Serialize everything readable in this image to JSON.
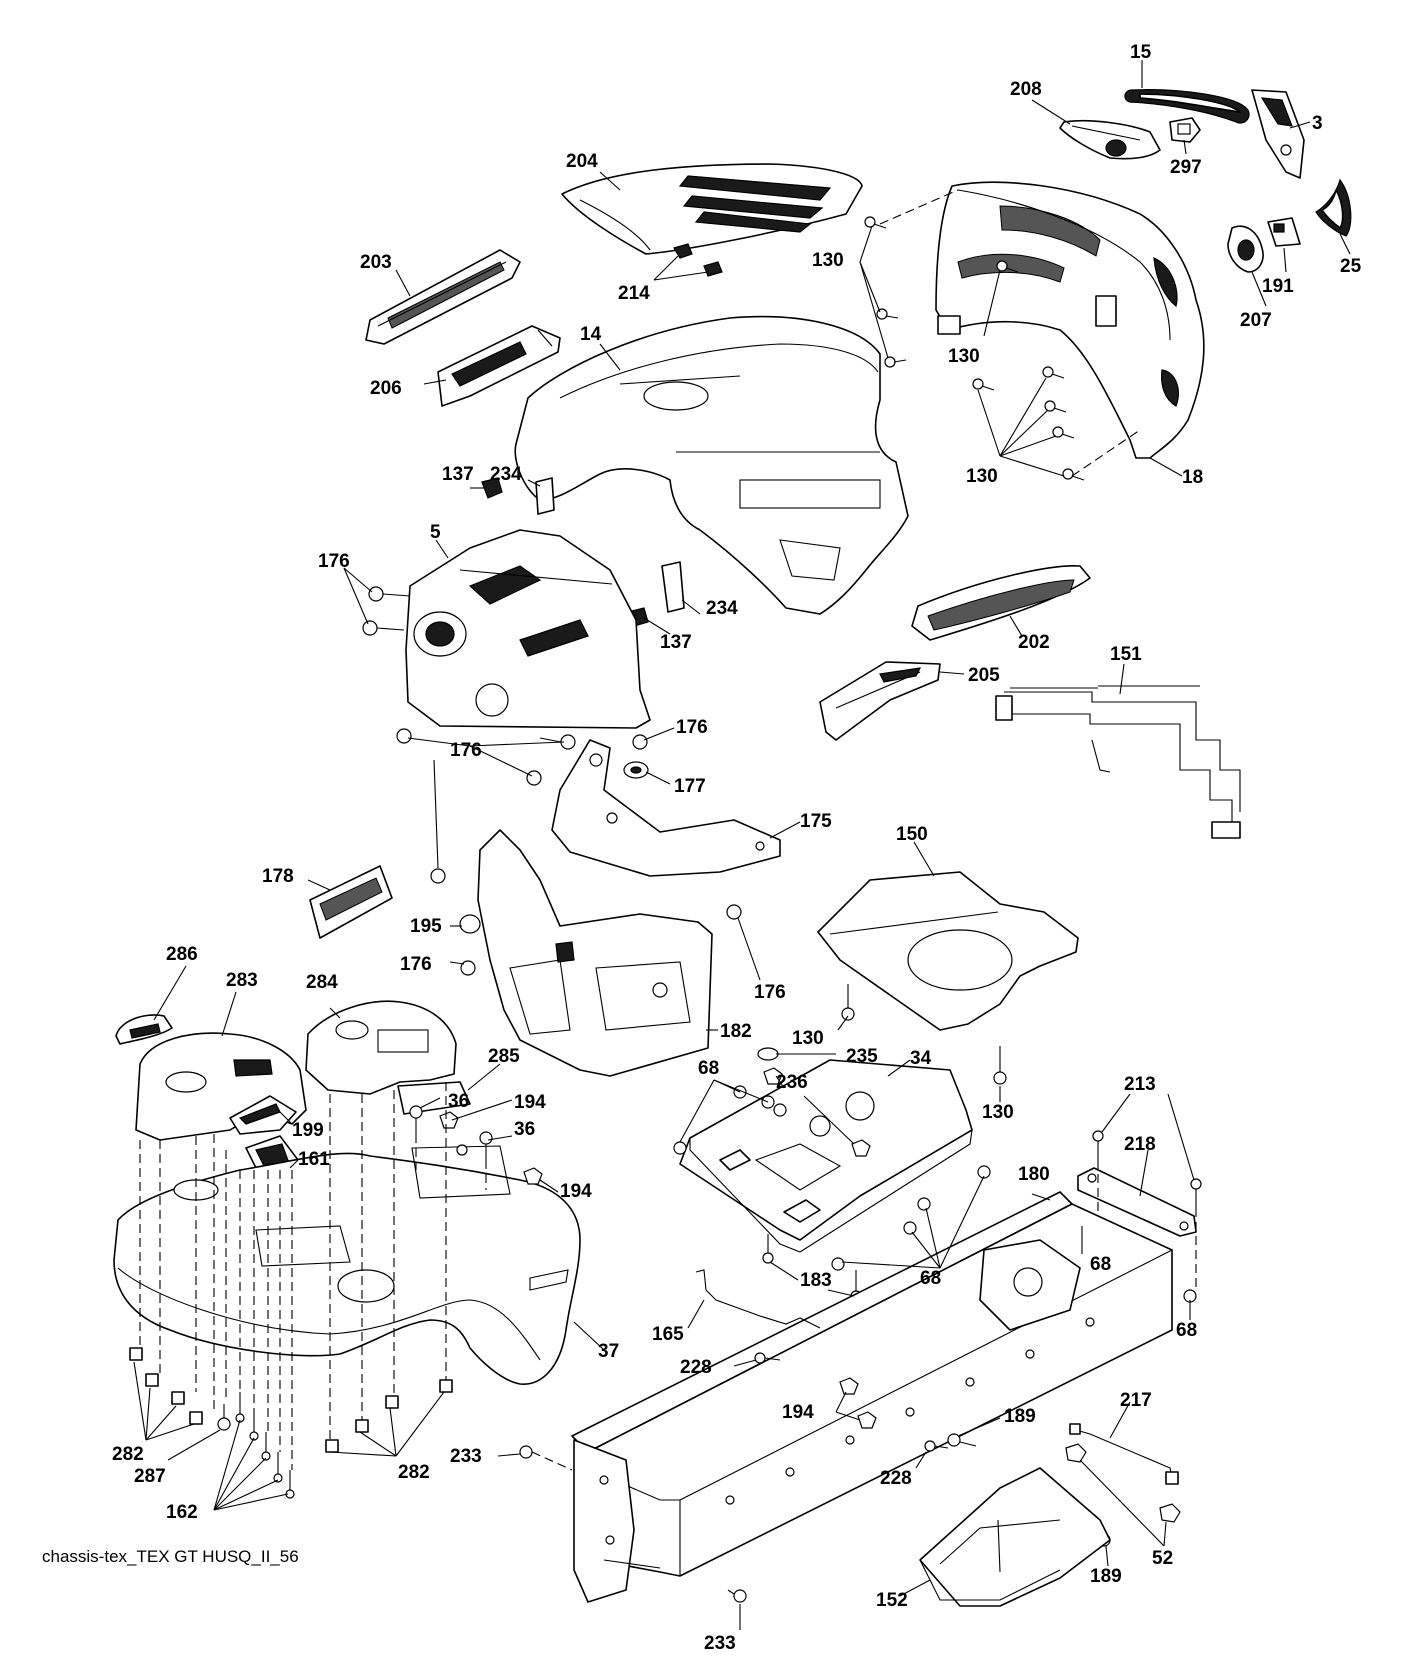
{
  "caption": "chassis-tex_TEX GT HUSQ_II_56",
  "labels": [
    {
      "id": "15",
      "text": "15"
    },
    {
      "id": "208",
      "text": "208"
    },
    {
      "id": "3",
      "text": "3"
    },
    {
      "id": "297",
      "text": "297"
    },
    {
      "id": "25",
      "text": "25"
    },
    {
      "id": "204",
      "text": "204"
    },
    {
      "id": "191",
      "text": "191"
    },
    {
      "id": "207",
      "text": "207"
    },
    {
      "id": "130a",
      "text": "130"
    },
    {
      "id": "203",
      "text": "203"
    },
    {
      "id": "214",
      "text": "214"
    },
    {
      "id": "14",
      "text": "14"
    },
    {
      "id": "130b",
      "text": "130"
    },
    {
      "id": "206",
      "text": "206"
    },
    {
      "id": "137a",
      "text": "137"
    },
    {
      "id": "234a",
      "text": "234"
    },
    {
      "id": "130c",
      "text": "130"
    },
    {
      "id": "18",
      "text": "18"
    },
    {
      "id": "5",
      "text": "5"
    },
    {
      "id": "176a",
      "text": "176"
    },
    {
      "id": "234b",
      "text": "234"
    },
    {
      "id": "137b",
      "text": "137"
    },
    {
      "id": "202",
      "text": "202"
    },
    {
      "id": "151",
      "text": "151"
    },
    {
      "id": "205",
      "text": "205"
    },
    {
      "id": "176b",
      "text": "176"
    },
    {
      "id": "176c",
      "text": "176"
    },
    {
      "id": "177",
      "text": "177"
    },
    {
      "id": "175",
      "text": "175"
    },
    {
      "id": "150",
      "text": "150"
    },
    {
      "id": "178",
      "text": "178"
    },
    {
      "id": "195",
      "text": "195"
    },
    {
      "id": "176d",
      "text": "176"
    },
    {
      "id": "176e",
      "text": "176"
    },
    {
      "id": "286",
      "text": "286"
    },
    {
      "id": "283",
      "text": "283"
    },
    {
      "id": "284",
      "text": "284"
    },
    {
      "id": "182",
      "text": "182"
    },
    {
      "id": "130d",
      "text": "130"
    },
    {
      "id": "285",
      "text": "285"
    },
    {
      "id": "68a",
      "text": "68"
    },
    {
      "id": "235",
      "text": "235"
    },
    {
      "id": "34",
      "text": "34"
    },
    {
      "id": "236",
      "text": "236"
    },
    {
      "id": "130e",
      "text": "130"
    },
    {
      "id": "194a",
      "text": "194"
    },
    {
      "id": "36a",
      "text": "36"
    },
    {
      "id": "36b",
      "text": "36"
    },
    {
      "id": "199",
      "text": "199"
    },
    {
      "id": "213",
      "text": "213"
    },
    {
      "id": "161",
      "text": "161"
    },
    {
      "id": "218",
      "text": "218"
    },
    {
      "id": "194b",
      "text": "194"
    },
    {
      "id": "180",
      "text": "180"
    },
    {
      "id": "68b",
      "text": "68"
    },
    {
      "id": "68c",
      "text": "68"
    },
    {
      "id": "183",
      "text": "183"
    },
    {
      "id": "68d",
      "text": "68"
    },
    {
      "id": "37",
      "text": "37"
    },
    {
      "id": "165",
      "text": "165"
    },
    {
      "id": "228a",
      "text": "228"
    },
    {
      "id": "194c",
      "text": "194"
    },
    {
      "id": "217",
      "text": "217"
    },
    {
      "id": "189a",
      "text": "189"
    },
    {
      "id": "282a",
      "text": "282"
    },
    {
      "id": "287",
      "text": "287"
    },
    {
      "id": "233a",
      "text": "233"
    },
    {
      "id": "228b",
      "text": "228"
    },
    {
      "id": "282b",
      "text": "282"
    },
    {
      "id": "162",
      "text": "162"
    },
    {
      "id": "52",
      "text": "52"
    },
    {
      "id": "189b",
      "text": "189"
    },
    {
      "id": "152",
      "text": "152"
    },
    {
      "id": "233b",
      "text": "233"
    }
  ]
}
